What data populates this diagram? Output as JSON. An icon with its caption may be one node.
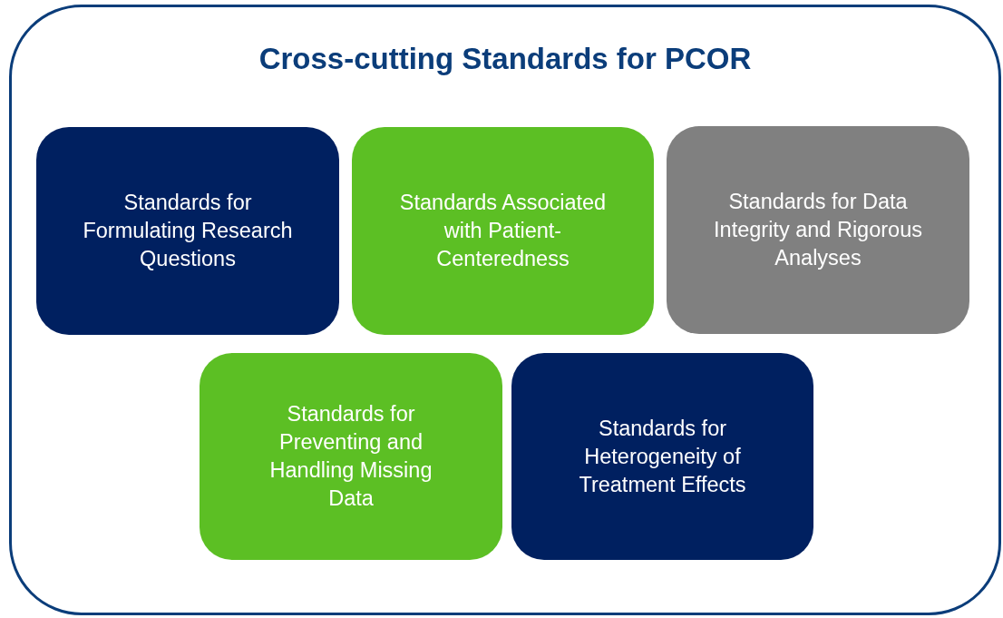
{
  "diagram": {
    "nodes": [
      {
        "text": [
          "Cross-cutting Standards for PCOR"
        ]
      },
      {
        "text": [
          "Standards for Formulating Research Questions"
        ],
        "in": 0
      },
      {
        "text": [
          "Standards Associated with Patient-Centeredness"
        ],
        "in": 0
      },
      {
        "text": [
          "Standards for Data Integrity and Rigorous Analyses"
        ],
        "in": 0
      },
      {
        "text": [
          "Standards for Preventing and Handling Missing Data"
        ],
        "in": 0
      },
      {
        "text": [
          "Standards for Heterogeneity of Treatment Effects"
        ],
        "in": 0
      }
    ]
  }
}
